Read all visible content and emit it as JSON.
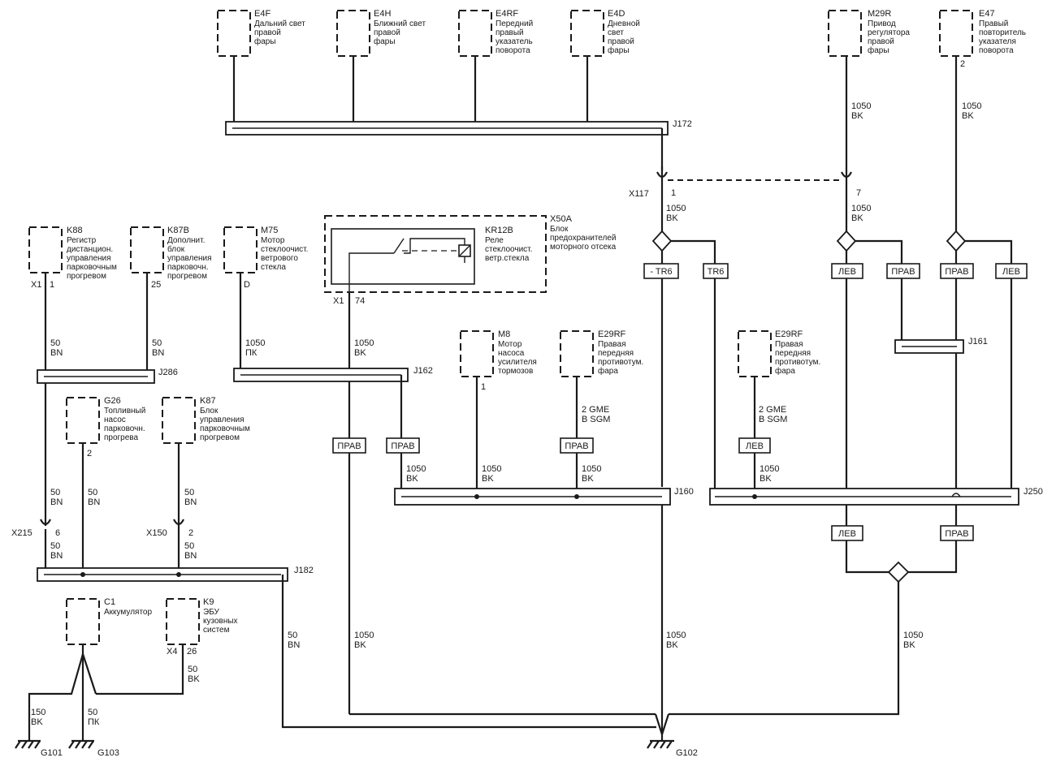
{
  "components": {
    "E4F": {
      "code": "E4F",
      "desc": [
        "Дальний свет",
        "правой",
        "фары"
      ]
    },
    "E4H": {
      "code": "E4H",
      "desc": [
        "Ближний свет",
        "правой",
        "фары"
      ]
    },
    "E4RF": {
      "code": "E4RF",
      "desc": [
        "Передний",
        "правый",
        "указатель",
        "поворота"
      ]
    },
    "E4D": {
      "code": "E4D",
      "desc": [
        "Дневной",
        "свет",
        "правой",
        "фары"
      ]
    },
    "M29R": {
      "code": "M29R",
      "desc": [
        "Привод",
        "регулятора",
        "правой",
        "фары"
      ]
    },
    "E47": {
      "code": "E47",
      "desc": [
        "Правый",
        "повторитель",
        "указателя",
        "поворота"
      ]
    },
    "K88": {
      "code": "K88",
      "desc": [
        "Регистр",
        "дистанцион.",
        "управления",
        "парковочным",
        "прогревом"
      ]
    },
    "K87B": {
      "code": "K87B",
      "desc": [
        "Дополнит.",
        "блок",
        "управления",
        "парковочн.",
        "прогревом"
      ]
    },
    "M75": {
      "code": "M75",
      "desc": [
        "Мотор",
        "стеклоочист.",
        "ветрового",
        "стекла"
      ]
    },
    "X50A": {
      "code": "X50A",
      "desc": [
        "Блок",
        "предохранителей",
        "моторного отсека"
      ]
    },
    "KR12B": {
      "code": "KR12B",
      "desc": [
        "Реле",
        "стеклоочист.",
        "ветр.стекла"
      ]
    },
    "M8": {
      "code": "M8",
      "desc": [
        "Мотор",
        "насоса",
        "усилителя",
        "тормозов"
      ]
    },
    "E29RF_A": {
      "code": "E29RF",
      "desc": [
        "Правая",
        "передняя",
        "противотум.",
        "фара"
      ]
    },
    "E29RF_B": {
      "code": "E29RF",
      "desc": [
        "Правая",
        "передняя",
        "противотум.",
        "фара"
      ]
    },
    "G26": {
      "code": "G26",
      "desc": [
        "Топливный",
        "насос",
        "парковочн.",
        "прогрева"
      ]
    },
    "K87": {
      "code": "K87",
      "desc": [
        "Блок",
        "управления",
        "парковочным",
        "прогревом"
      ]
    },
    "C1": {
      "code": "C1",
      "desc": [
        "Аккумулятор"
      ]
    },
    "K9": {
      "code": "K9",
      "desc": [
        "ЭБУ",
        "кузовных",
        "систем"
      ]
    }
  },
  "splices": {
    "J172": "J172",
    "J286": "J286",
    "J162": "J162",
    "J161": "J161",
    "J160": "J160",
    "J250": "J250",
    "J182": "J182"
  },
  "connectors": {
    "X117": "X117",
    "X215": "X215",
    "X150": "X150",
    "X1a": "X1",
    "X1b": "X1",
    "X4": "X4"
  },
  "pins": {
    "x117_1": "1",
    "x117_7": "7",
    "e47_2": "2",
    "k88_1": "1",
    "k87b_25": "25",
    "m75_d": "D",
    "x50a_74": "74",
    "m8_1": "1",
    "g26_2": "2",
    "x215_6": "6",
    "x150_2": "2",
    "k9_26": "26"
  },
  "wires": {
    "w_m29r": [
      "1050",
      "BK"
    ],
    "w_e47": [
      "1050",
      "BK"
    ],
    "w_x117_1": [
      "1050",
      "BK"
    ],
    "w_x117_7": [
      "1050",
      "BK"
    ],
    "w_k88": [
      "50",
      "BN"
    ],
    "w_k87b": [
      "50",
      "BN"
    ],
    "w_m75": [
      "1050",
      "ПК"
    ],
    "w_x50a": [
      "1050",
      "BK"
    ],
    "w_e29a": [
      "2 GME",
      "B SGM"
    ],
    "w_e29b": [
      "2 GME",
      "B SGM"
    ],
    "w_j160_a": [
      "1050",
      "BK"
    ],
    "w_j160_b": [
      "1050",
      "BK"
    ],
    "w_j160_c": [
      "1050",
      "BK"
    ],
    "w_j250_a": [
      "1050",
      "BK"
    ],
    "w_x215_up": [
      "50",
      "BN"
    ],
    "w_x215_dn": [
      "50",
      "BN"
    ],
    "w_g26": [
      "50",
      "BN"
    ],
    "w_x150_up": [
      "50",
      "BN"
    ],
    "w_x150_dn": [
      "50",
      "BN"
    ],
    "w_j182_out": [
      "50",
      "BN"
    ],
    "w_x50a_dn": [
      "1050",
      "BK"
    ],
    "w_tr6_dn": [
      "1050",
      "BK"
    ],
    "w_right_dn": [
      "1050",
      "BK"
    ],
    "w_k9": [
      "50",
      "BK"
    ],
    "w_g101": [
      "150",
      "BK"
    ],
    "w_g103": [
      "50",
      "ПК"
    ]
  },
  "tags": {
    "t_tr6neg": "- TR6",
    "t_tr6": "TR6",
    "t_lev1": "ЛЕВ",
    "t_prav1": "ПРАВ",
    "t_prav2": "ПРАВ",
    "t_lev2": "ЛЕВ",
    "t_prav_x50": "ПРАВ",
    "t_prav_m75": "ПРАВ",
    "t_prav_e29": "ПРАВ",
    "t_lev_e29": "ЛЕВ",
    "t_lev3": "ЛЕВ",
    "t_prav3": "ПРАВ"
  },
  "grounds": {
    "G101": "G101",
    "G103": "G103",
    "G102": "G102"
  }
}
